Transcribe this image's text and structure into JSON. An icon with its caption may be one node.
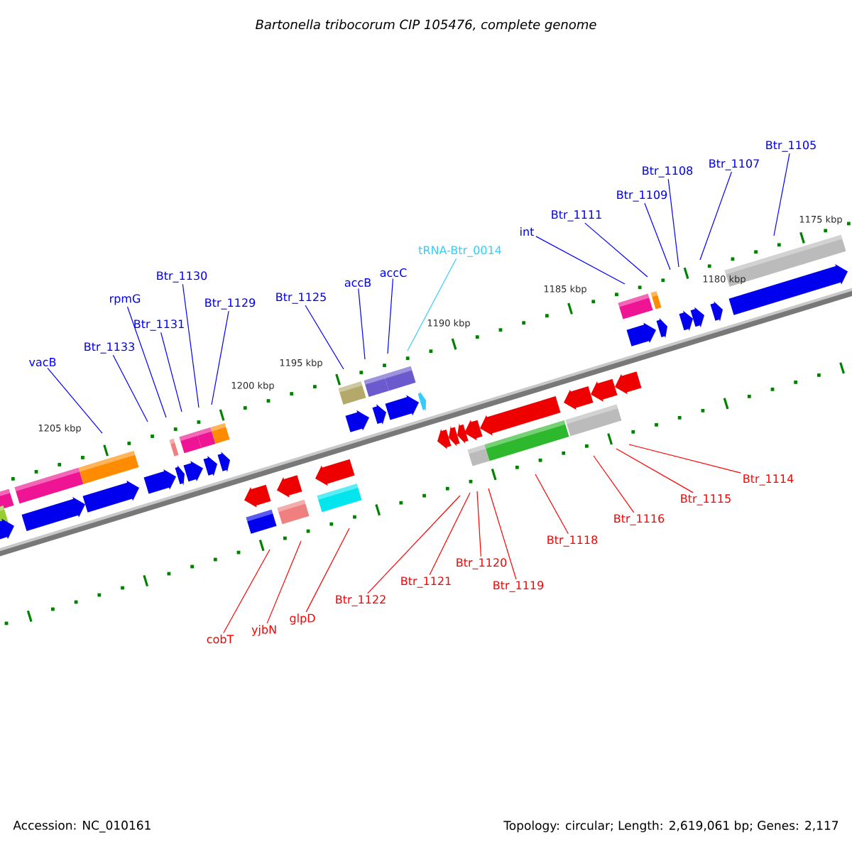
{
  "diagram": {
    "title": "Bartonella tribocorum CIP 105476, complete genome",
    "nodes": [
      {
        "text": [
          "vacB"
        ]
      },
      {
        "text": [
          "Btr_1133"
        ]
      },
      {
        "text": [
          "rpmG"
        ]
      },
      {
        "text": [
          "Btr_1131"
        ]
      },
      {
        "text": [
          "Btr_1130"
        ]
      },
      {
        "text": [
          "Btr_1129"
        ]
      },
      {
        "text": [
          "Btr_1125"
        ]
      },
      {
        "text": [
          "accB"
        ]
      },
      {
        "text": [
          "accC"
        ]
      },
      {
        "text": [
          "tRNA-Btr_0014"
        ]
      },
      {
        "text": [
          "int"
        ]
      },
      {
        "text": [
          "Btr_1111"
        ]
      },
      {
        "text": [
          "Btr_1109"
        ]
      },
      {
        "text": [
          "Btr_1108"
        ]
      },
      {
        "text": [
          "Btr_1107"
        ]
      },
      {
        "text": [
          "Btr_1105"
        ]
      },
      {
        "text": [
          "cobT"
        ]
      },
      {
        "text": [
          "yjbN"
        ]
      },
      {
        "text": [
          "glpD"
        ]
      },
      {
        "text": [
          "Btr_1122"
        ]
      },
      {
        "text": [
          "Btr_1121"
        ]
      },
      {
        "text": [
          "Btr_1120"
        ]
      },
      {
        "text": [
          "Btr_1119"
        ]
      },
      {
        "text": [
          "Btr_1118"
        ]
      },
      {
        "text": [
          "Btr_1116"
        ]
      },
      {
        "text": [
          "Btr_1115"
        ]
      },
      {
        "text": [
          "Btr_1114"
        ]
      }
    ],
    "edges": [
      {
        "from": 0,
        "to": null,
        "arrow": "none"
      },
      {
        "from": 1,
        "to": null,
        "arrow": "none"
      },
      {
        "from": 2,
        "to": null,
        "arrow": "none"
      },
      {
        "from": 3,
        "to": null,
        "arrow": "none"
      },
      {
        "from": 4,
        "to": null,
        "arrow": "none"
      },
      {
        "from": 5,
        "to": null,
        "arrow": "none"
      },
      {
        "from": 6,
        "to": null,
        "arrow": "none"
      },
      {
        "from": 7,
        "to": null,
        "arrow": "none"
      },
      {
        "from": 8,
        "to": null,
        "arrow": "none"
      },
      {
        "from": 9,
        "to": null,
        "arrow": "none",
        "color": "#33ccff"
      },
      {
        "from": 10,
        "to": null,
        "arrow": "none"
      },
      {
        "from": 11,
        "to": null,
        "arrow": "none"
      },
      {
        "from": 12,
        "to": null,
        "arrow": "none"
      },
      {
        "from": 13,
        "to": null,
        "arrow": "none"
      },
      {
        "from": 14,
        "to": null,
        "arrow": "none"
      },
      {
        "from": 15,
        "to": null,
        "arrow": "none"
      },
      {
        "from": 16,
        "to": null,
        "arrow": "none",
        "color": "#ff0000"
      },
      {
        "from": 17,
        "to": null,
        "arrow": "none",
        "color": "#ff0000"
      },
      {
        "from": 18,
        "to": null,
        "arrow": "none",
        "color": "#ff0000"
      },
      {
        "from": 19,
        "to": null,
        "arrow": "none",
        "color": "#ff0000"
      },
      {
        "from": 20,
        "to": null,
        "arrow": "none",
        "color": "#ff0000"
      },
      {
        "from": 21,
        "to": null,
        "arrow": "none",
        "color": "#ff0000"
      },
      {
        "from": 22,
        "to": null,
        "arrow": "none",
        "color": "#ff0000"
      },
      {
        "from": 23,
        "to": null,
        "arrow": "none",
        "color": "#ff0000"
      },
      {
        "from": 24,
        "to": null,
        "arrow": "none",
        "color": "#ff0000"
      },
      {
        "from": 25,
        "to": null,
        "arrow": "none",
        "color": "#ff0000"
      },
      {
        "from": 26,
        "to": null,
        "arrow": "none",
        "color": "#ff0000"
      }
    ],
    "labels": [
      "1175 kbp",
      "1180 kbp",
      "1185 kbp",
      "1190 kbp",
      "1195 kbp",
      "1200 kbp",
      "1205 kbp",
      "Accession: NC_010161",
      "Topology: circular; Length: 2,619,061 bp; Genes: 2,117"
    ]
  }
}
